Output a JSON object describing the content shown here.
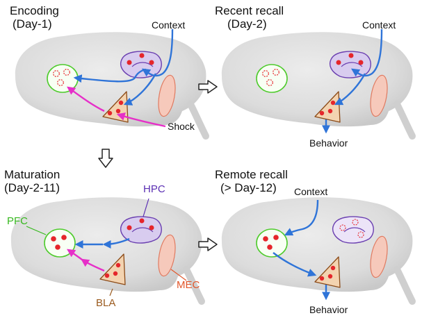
{
  "panels": {
    "encoding": {
      "title_line1": "Encoding",
      "title_line2": "(Day-1)",
      "context_label": "Context",
      "shock_label": "Shock"
    },
    "recent": {
      "title_line1": "Recent recall",
      "title_line2": "(Day-2)",
      "context_label": "Context",
      "behavior_label": "Behavior"
    },
    "maturation": {
      "title_line1": "Maturation",
      "title_line2": "(Day-2-11)",
      "pfc_label": "PFC",
      "hpc_label": "HPC",
      "bla_label": "BLA",
      "mec_label": "MEC"
    },
    "remote": {
      "title_line1": "Remote recall",
      "title_line2": "(> Day-12)",
      "context_label": "Context",
      "behavior_label": "Behavior"
    }
  },
  "colors": {
    "brain_fill": "#dedede",
    "pfc_outline": "#4ecb2c",
    "hpc_fill": "#d8ccef",
    "hpc_outline": "#6a3fb0",
    "bla_fill": "#f3d3b0",
    "bla_outline": "#8b4a17",
    "mec_fill": "#f6c9bb",
    "mec_outline": "#e07a60",
    "engram_active": "#e5262b",
    "blue_pathway": "#2f74d8",
    "magenta_pathway": "#e62fc8",
    "pfc_text": "#36b81e",
    "hpc_text": "#5b2fb3",
    "bla_text": "#9a5a1e",
    "mec_text": "#e2572b"
  }
}
